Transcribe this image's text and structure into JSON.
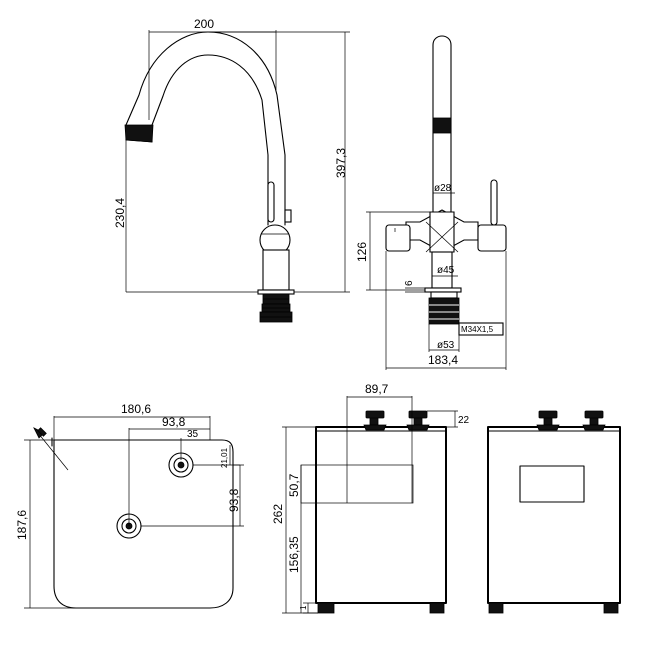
{
  "dimensions": {
    "side_width": "200",
    "side_height": "397,3",
    "spout_height": "230,4",
    "body_diameter": "ø28",
    "body_height": "126",
    "base_diameter": "ø45",
    "base_gap": "6",
    "thread": "M34X1,5",
    "thread_diameter": "ø53",
    "front_depth": "183,4",
    "top_width": "180,6",
    "top_hole_dx": "93,8",
    "top_hole_offset": "35",
    "top_hole_dy": "93,8",
    "top_hole_top": "21,01",
    "top_depth": "187,6",
    "boiler_top_width": "89,7",
    "boiler_fitting_h": "22",
    "boiler_height": "262",
    "boiler_window_h": "50,7",
    "boiler_window_pos": "156,35",
    "boiler_foot": "1"
  }
}
